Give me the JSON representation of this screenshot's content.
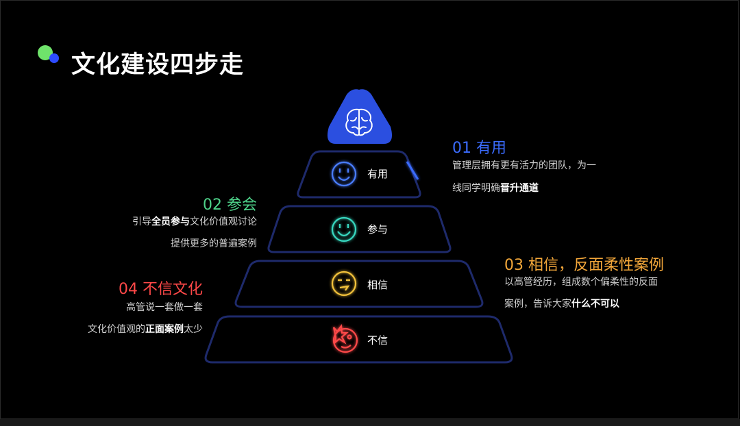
{
  "page_title": "文化建设四步走",
  "layers": [
    {
      "label": "有用"
    },
    {
      "label": "参与"
    },
    {
      "label": "相信"
    },
    {
      "label": "不信"
    }
  ],
  "steps": [
    {
      "heading": "01 有用",
      "color": "#3b6cff",
      "line1": "管理层拥有更有活力的团队，为一",
      "line2_pre": "线同学明确",
      "line2_bold": "晋升通道",
      "line2_post": ""
    },
    {
      "heading": "02 参会",
      "color": "#4ed38a",
      "line1_pre": "引导",
      "line1_bold1": "全员参与",
      "line1_mid": "文化价值观讨论",
      "line2": "提供更多的普遍案例"
    },
    {
      "heading": "03 相信，反面柔性案例",
      "color": "#f3a73a",
      "line1": "以高管经历，组成数个偏柔性的反面",
      "line2_pre": "案例，告诉大家",
      "line2_bold": "什么不可以"
    },
    {
      "heading": "04 不信文化",
      "color": "#ff4848",
      "line1": "高管说一套做一套",
      "line2_pre": "文化价值观的",
      "line2_bold": "正面案例",
      "line2_post": "太少"
    }
  ],
  "colors": {
    "triangle": "#2b4fe0",
    "outline": "#1e2a6b"
  },
  "icons": [
    "brain-icon",
    "smiley-blue-icon",
    "smiley-green-icon",
    "face-yellow-icon",
    "face-red-icon"
  ]
}
